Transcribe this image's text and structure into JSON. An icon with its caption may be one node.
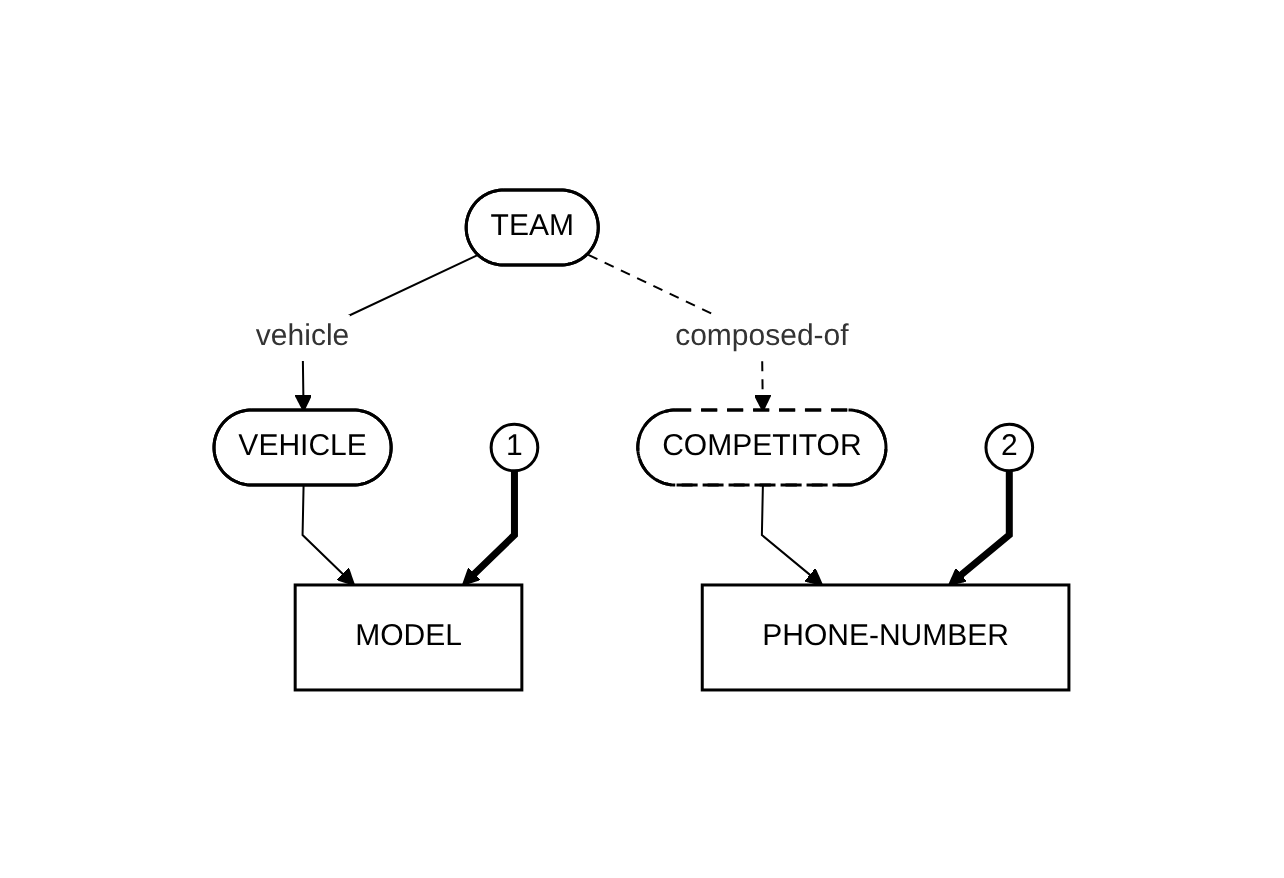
{
  "diagram": {
    "nodes": [
      {
        "text": [
          "TEAM"
        ]
      },
      {
        "text": [
          "VEHICLE"
        ]
      },
      {
        "text": [
          "COMPETITOR"
        ]
      },
      {
        "text": [
          "MODEL"
        ]
      },
      {
        "text": [
          "PHONE-NUMBER"
        ]
      },
      {
        "text": [
          "1"
        ]
      },
      {
        "text": [
          "2"
        ]
      }
    ],
    "edges": [
      {
        "from": 0,
        "to": 1,
        "arrow": "to",
        "label": "vehicle"
      },
      {
        "from": 0,
        "to": 2,
        "arrow": "to",
        "label": "composed-of",
        "style": "dashed"
      },
      {
        "from": 1,
        "to": 3,
        "arrow": "to"
      },
      {
        "from": 2,
        "to": 4,
        "arrow": "to"
      },
      {
        "from": 5,
        "to": 3,
        "arrow": "to",
        "style": "thick"
      },
      {
        "from": 6,
        "to": 4,
        "arrow": "to",
        "style": "thick"
      }
    ]
  }
}
